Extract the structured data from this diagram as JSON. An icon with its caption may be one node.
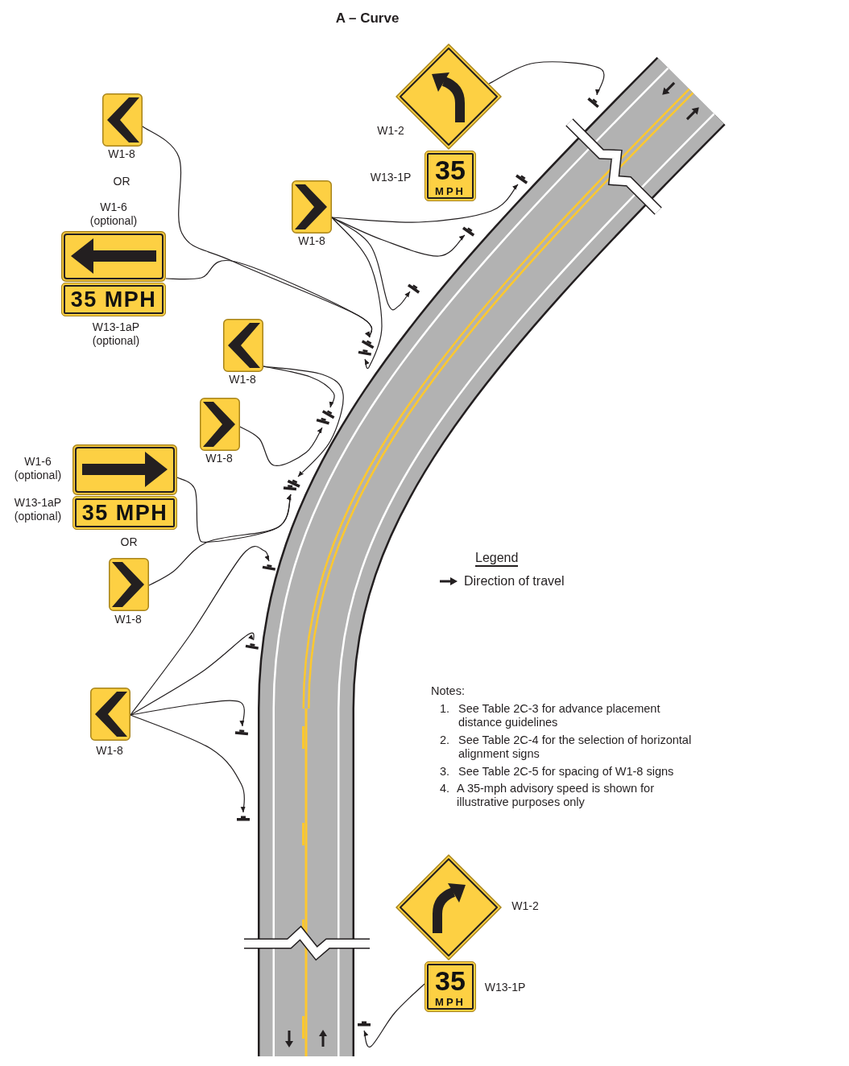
{
  "diagram": {
    "title": "A – Curve",
    "nodes": [
      {
        "text": [],
        "shape": "diamond",
        "beside": [
          "W1-2"
        ]
      },
      {
        "text": [
          "35",
          "MPH"
        ],
        "beside": [
          "W13-1P"
        ]
      },
      {
        "text": [],
        "shape": "box",
        "beside": [
          "W1-8"
        ]
      },
      {
        "text": [],
        "shape": "box",
        "beside": [
          "W1-6 (optional)"
        ]
      },
      {
        "text": [
          "35 MPH"
        ],
        "beside": [
          "W13-1aP (optional)"
        ]
      },
      {
        "text": [],
        "shape": "box",
        "beside": [
          "W1-8"
        ]
      },
      {
        "text": [],
        "shape": "box",
        "beside": [
          "W1-8"
        ]
      },
      {
        "text": [],
        "shape": "box",
        "beside": [
          "W1-8"
        ]
      },
      {
        "text": [],
        "shape": "box",
        "beside": [
          "W1-6 (optional)"
        ]
      },
      {
        "text": [
          "35 MPH"
        ],
        "beside": [
          "W13-1aP (optional)"
        ]
      },
      {
        "text": [],
        "shape": "box",
        "beside": [
          "W1-8"
        ]
      },
      {
        "text": [],
        "shape": "box",
        "beside": [
          "W1-8"
        ]
      },
      {
        "text": [],
        "shape": "diamond",
        "beside": [
          "W1-2"
        ]
      },
      {
        "text": [
          "35",
          "MPH"
        ],
        "beside": [
          "W13-1P"
        ]
      },
      {
        "text": [],
        "shape": "bar"
      },
      {
        "text": [],
        "shape": "bar"
      },
      {
        "text": [],
        "shape": "bar"
      },
      {
        "text": [],
        "shape": "bar"
      },
      {
        "text": [],
        "shape": "bar"
      },
      {
        "text": [],
        "shape": "bar"
      },
      {
        "text": [],
        "shape": "bar"
      },
      {
        "text": [],
        "shape": "bar"
      },
      {
        "text": [],
        "shape": "bar"
      },
      {
        "text": [],
        "shape": "bar"
      },
      {
        "text": [],
        "shape": "bar"
      },
      {
        "text": [],
        "shape": "bar"
      },
      {
        "text": [],
        "shape": "bar"
      },
      {
        "text": [],
        "shape": "bar"
      },
      {
        "text": [],
        "shape": "bar"
      }
    ],
    "edges": [
      {
        "from": 0,
        "to": 14,
        "arrow": "to"
      },
      {
        "from": 5,
        "to": 15,
        "arrow": "to"
      },
      {
        "from": 5,
        "to": 16,
        "arrow": "to"
      },
      {
        "from": 5,
        "to": 17,
        "arrow": "to"
      },
      {
        "from": 2,
        "to": 18,
        "arrow": "to"
      },
      {
        "from": 3,
        "to": 18,
        "arrow": "to"
      },
      {
        "from": 5,
        "to": 19,
        "arrow": "to"
      },
      {
        "from": 6,
        "to": 20,
        "arrow": "to"
      },
      {
        "from": 6,
        "to": 22,
        "arrow": "to"
      },
      {
        "from": 7,
        "to": 21,
        "arrow": "to"
      },
      {
        "from": 8,
        "to": 23,
        "arrow": "to"
      },
      {
        "from": 10,
        "to": 23,
        "arrow": "to"
      },
      {
        "from": 11,
        "to": 24,
        "arrow": "to"
      },
      {
        "from": 11,
        "to": 25,
        "arrow": "to"
      },
      {
        "from": 11,
        "to": 26,
        "arrow": "to"
      },
      {
        "from": 11,
        "to": 27,
        "arrow": "to"
      },
      {
        "from": 13,
        "to": 28,
        "arrow": "to"
      }
    ],
    "labels": [
      "OR",
      "OR",
      "Legend",
      "Notes:",
      "1.",
      "See Table 2C-3 for advance placement distance guidelines",
      "2.",
      "See Table 2C-4 for the selection of horizontal alignment signs",
      "3.",
      "See Table 2C-5 for spacing of W1-8 signs",
      "4.",
      "A 35-mph advisory speed is shown for illustrative purposes only"
    ],
    "legend": [
      {
        "text": "Direction of travel"
      }
    ]
  }
}
